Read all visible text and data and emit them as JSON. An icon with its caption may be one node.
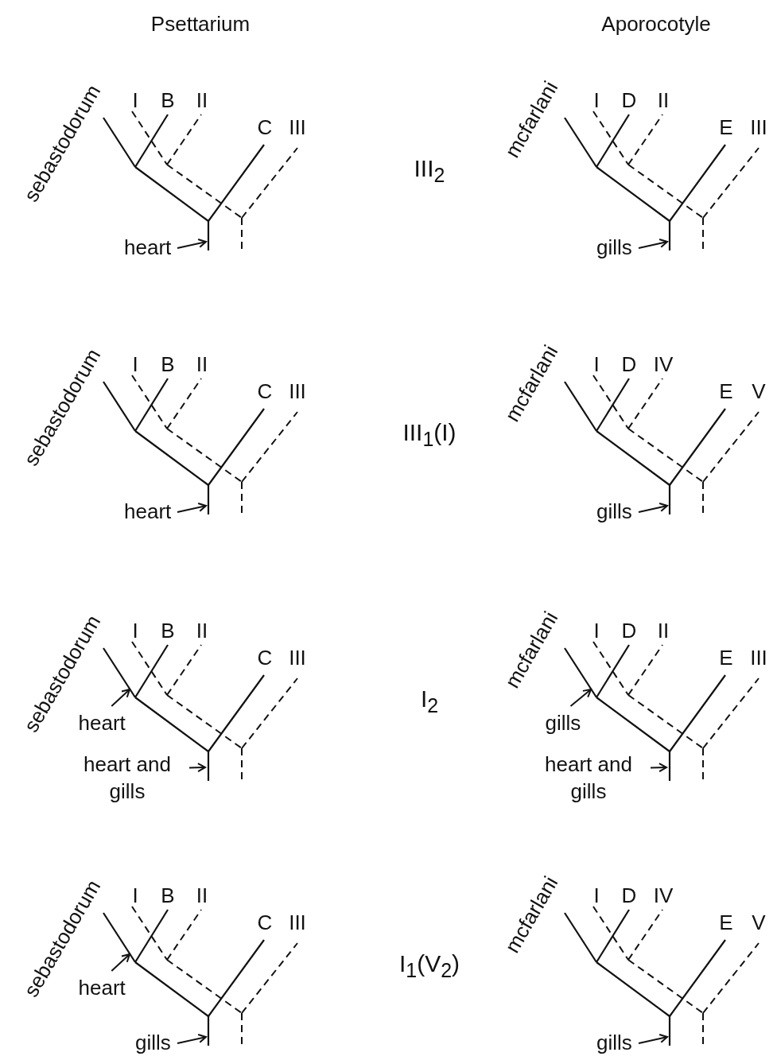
{
  "diagram": {
    "nodes": [
      {
        "text": [
          "heart"
        ]
      },
      {
        "text": [
          "gills"
        ]
      },
      {
        "text": [
          "heart"
        ]
      },
      {
        "text": [
          "gills"
        ]
      },
      {
        "text": [
          "heart"
        ]
      },
      {
        "text": [
          "heart and gills"
        ]
      },
      {
        "text": [
          "gills"
        ]
      },
      {
        "text": [
          "heart and gills"
        ]
      },
      {
        "text": [
          "heart"
        ]
      },
      {
        "text": [
          "gills"
        ]
      },
      {
        "text": [
          "gills"
        ]
      }
    ],
    "edges": [
      {
        "from": 0,
        "to": null,
        "arrow": "to"
      },
      {
        "from": 1,
        "to": null,
        "arrow": "to"
      },
      {
        "from": 2,
        "to": null,
        "arrow": "to"
      },
      {
        "from": 3,
        "to": null,
        "arrow": "to"
      },
      {
        "from": 4,
        "to": null,
        "arrow": "to"
      },
      {
        "from": 5,
        "to": null,
        "arrow": "to"
      },
      {
        "from": 6,
        "to": null,
        "arrow": "to"
      },
      {
        "from": 7,
        "to": null,
        "arrow": "to"
      },
      {
        "from": 8,
        "to": null,
        "arrow": "to"
      },
      {
        "from": 9,
        "to": null,
        "arrow": "to"
      },
      {
        "from": 10,
        "to": null,
        "arrow": "to"
      }
    ],
    "labels": [
      "Psettarium",
      "Aporocotyle",
      "sebastodorum",
      "I",
      "B",
      "II",
      "C",
      "III",
      "III$_{2}$",
      "mcfarlani",
      "I",
      "D",
      "II",
      "E",
      "III",
      "sebastodorum",
      "I",
      "B",
      "II",
      "C",
      "III",
      "III$_{1}$(I)",
      "mcfarlani",
      "I",
      "D",
      "IV",
      "E",
      "V",
      "sebastodorum",
      "I",
      "B",
      "II",
      "C",
      "III",
      "I$_{2}$",
      "mcfarlani",
      "I",
      "D",
      "II",
      "E",
      "III",
      "sebastodorum",
      "I",
      "B",
      "II",
      "C",
      "III",
      "I$_{1}$(V$_{2}$)",
      "mcfarlani",
      "I",
      "D",
      "IV",
      "E",
      "V"
    ]
  }
}
